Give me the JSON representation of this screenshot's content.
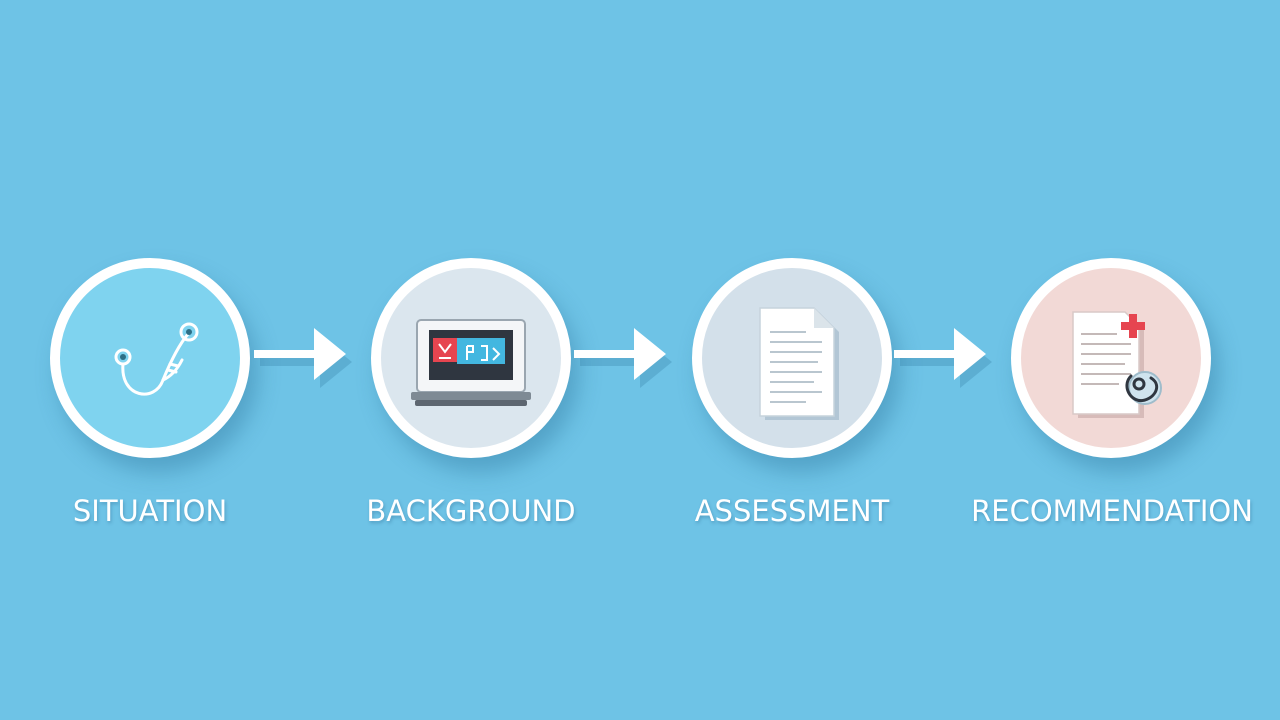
{
  "steps": [
    {
      "label": "SITUATION",
      "icon": "stethoscope-icon"
    },
    {
      "label": "BACKGROUND",
      "icon": "computer-monitor-icon"
    },
    {
      "label": "ASSESSMENT",
      "icon": "document-icon"
    },
    {
      "label": "RECOMMENDATION",
      "icon": "medical-report-icon"
    }
  ],
  "colors": {
    "background": "#6ec3e6",
    "circle_border": "#ffffff",
    "label_text": "#ffffff",
    "step1_fill": "#7fd3ef",
    "step2_fill": "#dbe6ee",
    "step3_fill": "#d3e0ea",
    "step4_fill": "#f2d9d6",
    "medical_red": "#e64550"
  }
}
